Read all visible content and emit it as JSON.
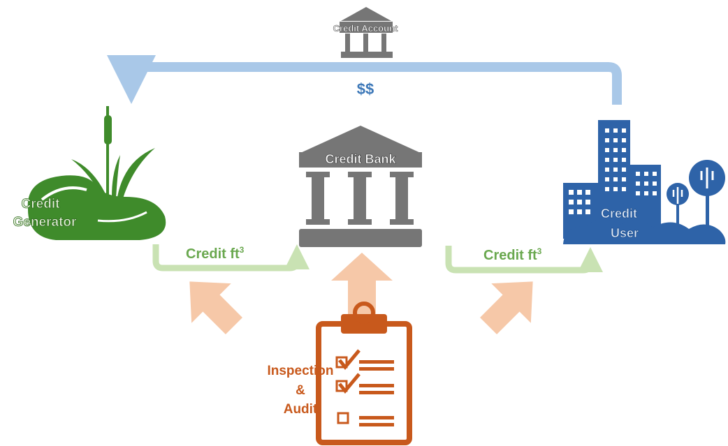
{
  "diagram": {
    "credit_account": "Credit Account",
    "money": "$$",
    "credit_bank": "Credit Bank",
    "generator_line1": "Credit",
    "generator_line2": "Generator",
    "user_line1": "Credit",
    "user_line2": "User",
    "flow_left": "Credit ft",
    "flow_right": "Credit ft",
    "flow_exponent": "3",
    "inspection_line1": "Inspection",
    "inspection_line2": "&",
    "inspection_line3": "Audit"
  },
  "colors": {
    "money_flow": "#a9c8e8",
    "money_text": "#3d78b8",
    "credit_flow": "#c9e2b3",
    "credit_text": "#6aa84f",
    "generator": "#3f8b2b",
    "bank": "#767676",
    "city": "#2e63a8",
    "audit": "#c8591c",
    "audit_arrows": "#f6c8a8"
  }
}
